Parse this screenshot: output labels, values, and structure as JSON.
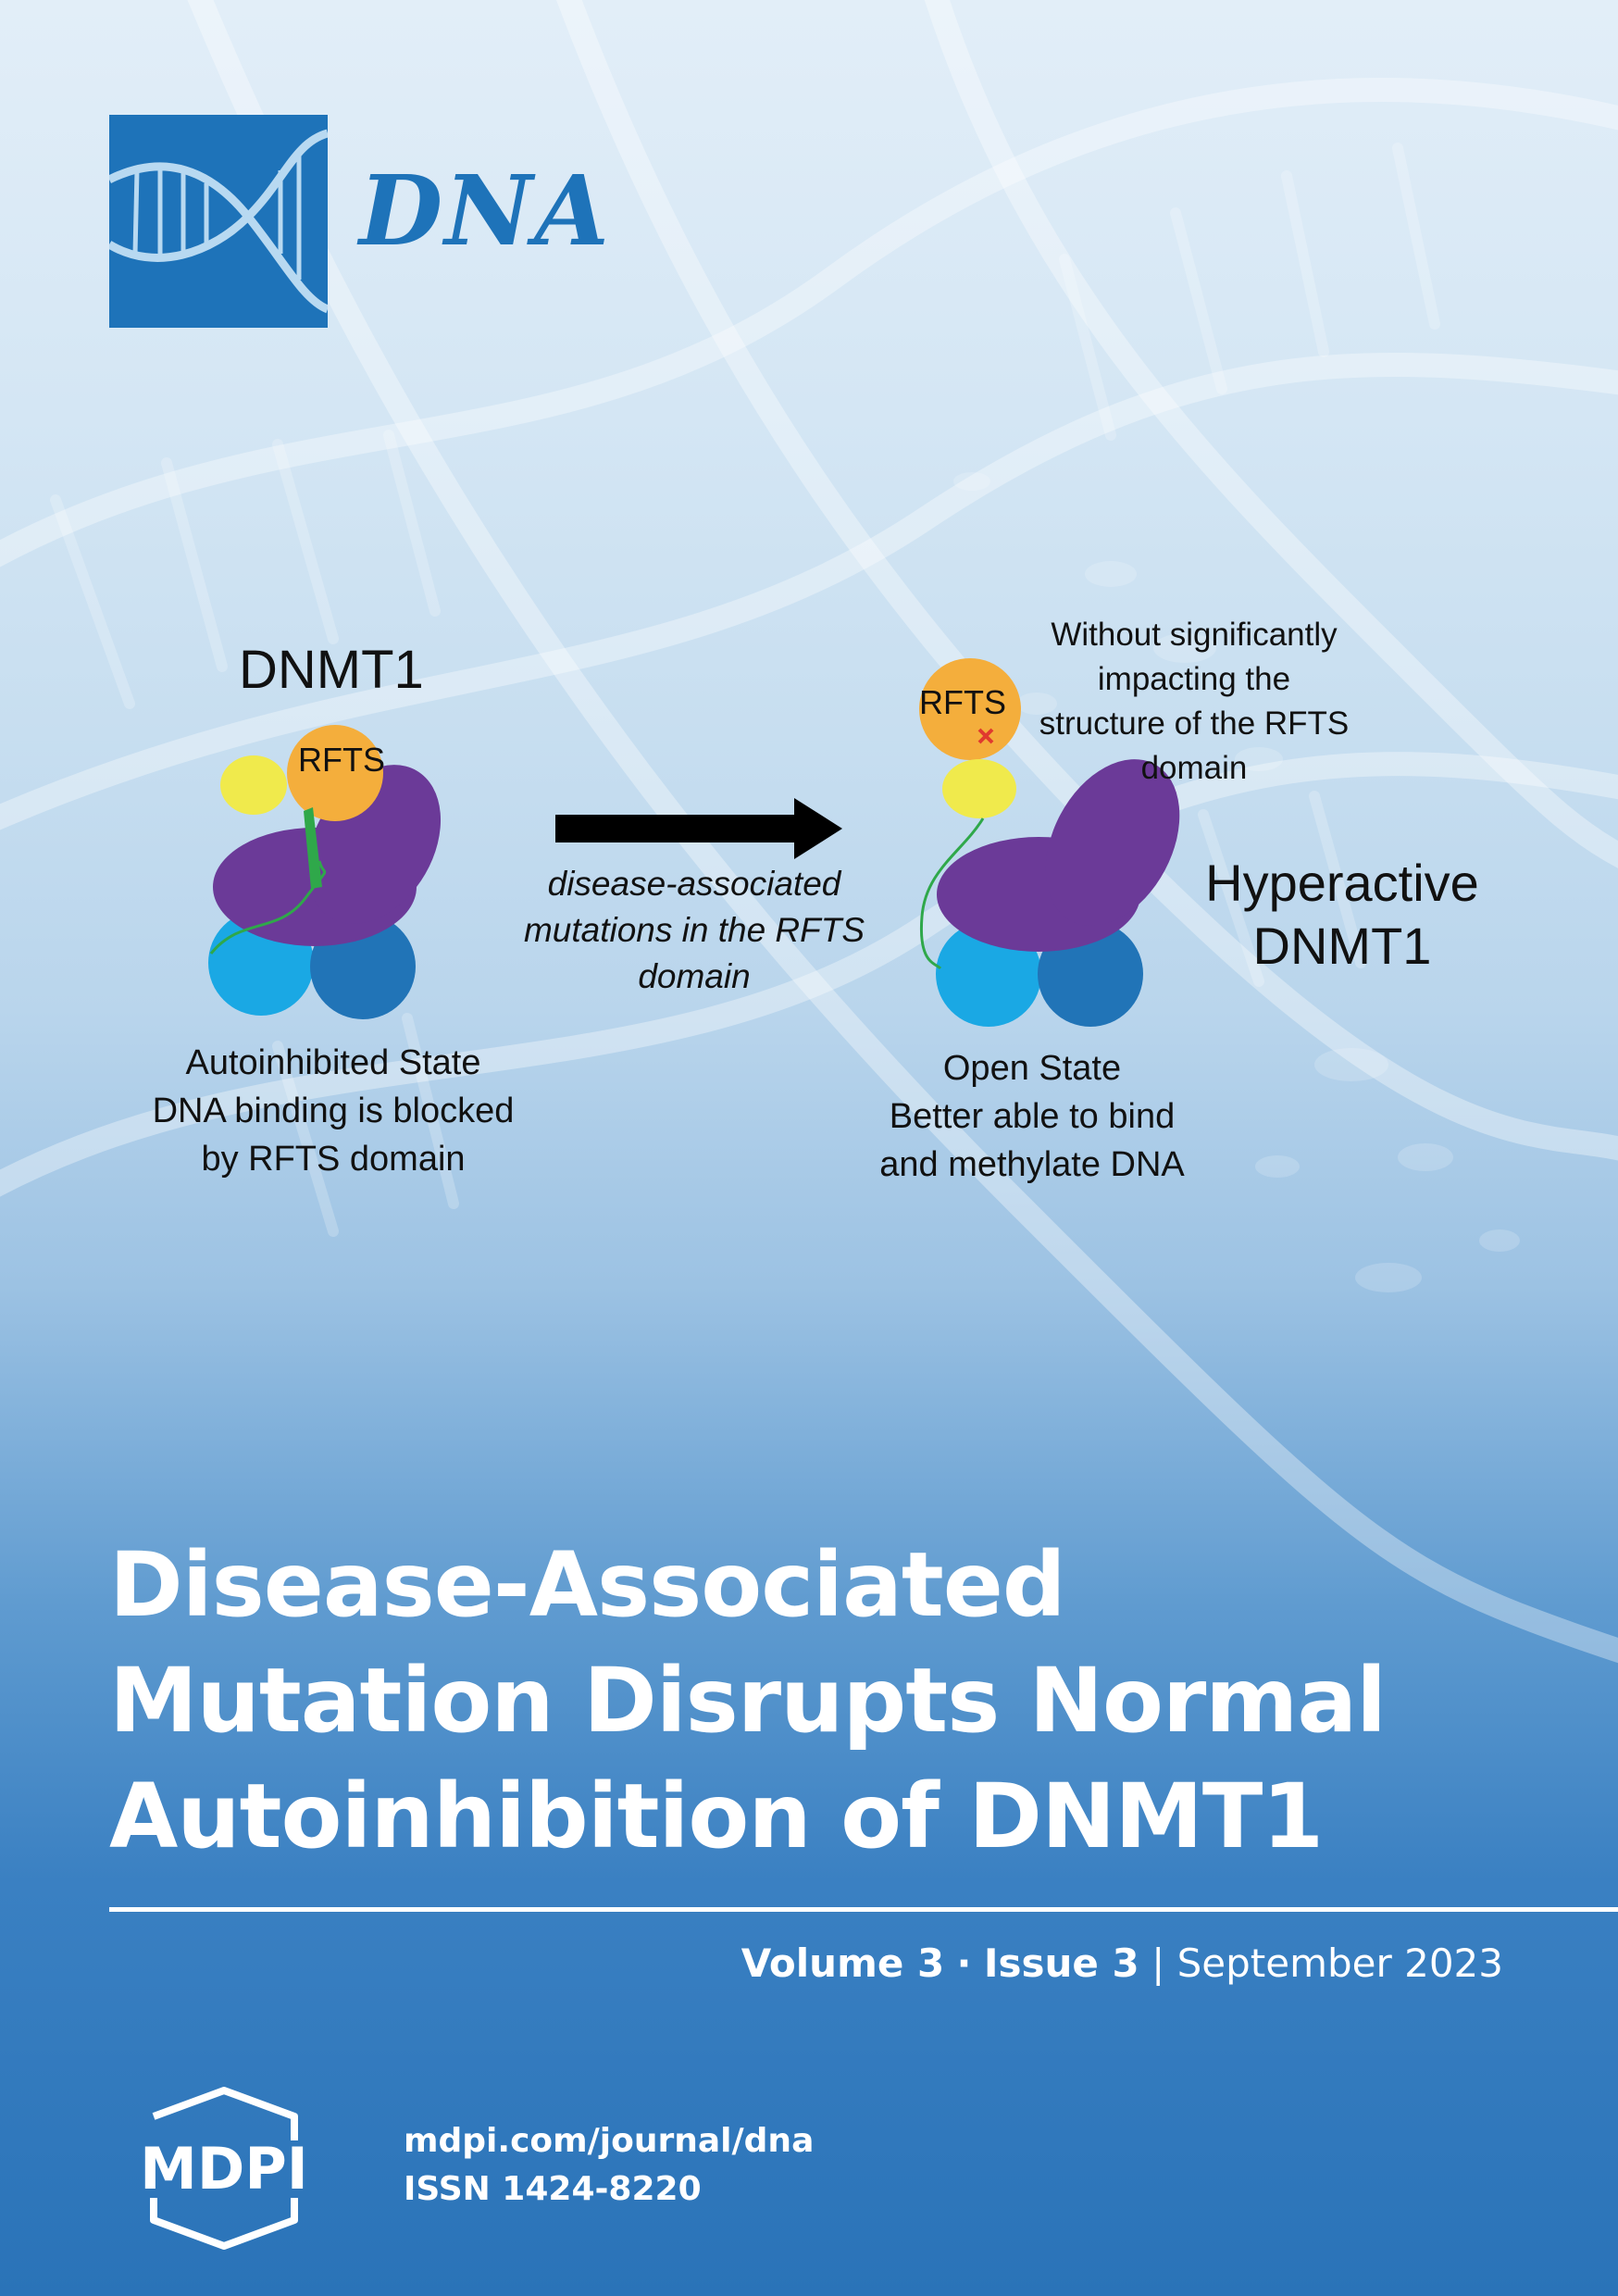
{
  "journal": {
    "name": "DNA",
    "logo_icon": "dna-helix-icon",
    "brand_color": "#1e73b9"
  },
  "diagram": {
    "left": {
      "title": "DNMT1",
      "rfts_label": "RFTS",
      "caption": [
        "Autoinhibited State",
        "DNA binding is blocked",
        "by RFTS domain"
      ]
    },
    "arrow_caption": [
      "disease-associated",
      "mutations in the RFTS",
      "domain"
    ],
    "right": {
      "rfts_label": "RFTS",
      "note": [
        "Without significantly",
        "impacting the",
        "structure of the RFTS",
        "domain"
      ],
      "title": [
        "Hyperactive",
        "DNMT1"
      ],
      "caption": [
        "Open State",
        "Better able to bind",
        "and methylate DNA"
      ]
    },
    "colors": {
      "rfts": "#f4ae3c",
      "linker": "#f0ea4c",
      "catalytic": "#6b3a98",
      "cxxc_light": "#1aa8e4",
      "cxxc_dark": "#2174b7",
      "helix": "#2fa84a",
      "mutation": "#e03a2f"
    }
  },
  "title": {
    "lines": [
      "Disease-Associated",
      "Mutation Disrupts Normal",
      "Autoinhibition of DNMT1"
    ]
  },
  "issue": {
    "volume": "Volume 3",
    "separator": "·",
    "issue": "Issue 3",
    "divider": "|",
    "date": "September 2023"
  },
  "publisher": {
    "name": "MDPI",
    "logo_icon": "mdpi-hexagon-logo",
    "url": "mdpi.com/journal/dna",
    "issn": "ISSN 1424-8220"
  }
}
